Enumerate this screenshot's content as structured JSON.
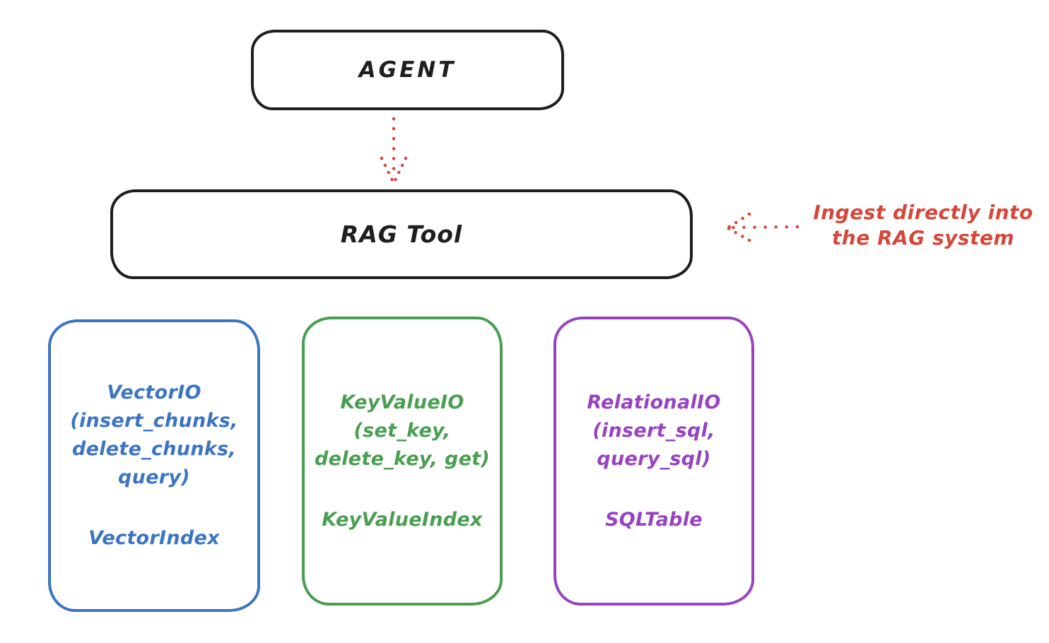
{
  "diagram": {
    "colors": {
      "ink": "#1e1e1e",
      "red": "#d5473a",
      "blue": "#3b75c2",
      "green": "#4a9e52",
      "purple": "#9743c1",
      "background": "#ffffff"
    },
    "agent_box": {
      "label": "AGENT"
    },
    "rag_tool_box": {
      "label": "RAG Tool"
    },
    "annotation": {
      "line1": "Ingest directly into",
      "line2": "the RAG system"
    },
    "io_boxes": [
      {
        "title": "VectorIO",
        "param_lines": [
          "(insert_chunks,",
          "delete_chunks,",
          "query)"
        ],
        "index_label": "VectorIndex",
        "color": "#3b75c2"
      },
      {
        "title": "KeyValueIO",
        "param_lines": [
          "(set_key,",
          "delete_key, get)"
        ],
        "index_label": "KeyValueIndex",
        "color": "#4a9e52"
      },
      {
        "title": "RelationalIO",
        "param_lines": [
          "(insert_sql,",
          "query_sql)"
        ],
        "index_label": "SQLTable",
        "color": "#9743c1"
      }
    ]
  }
}
